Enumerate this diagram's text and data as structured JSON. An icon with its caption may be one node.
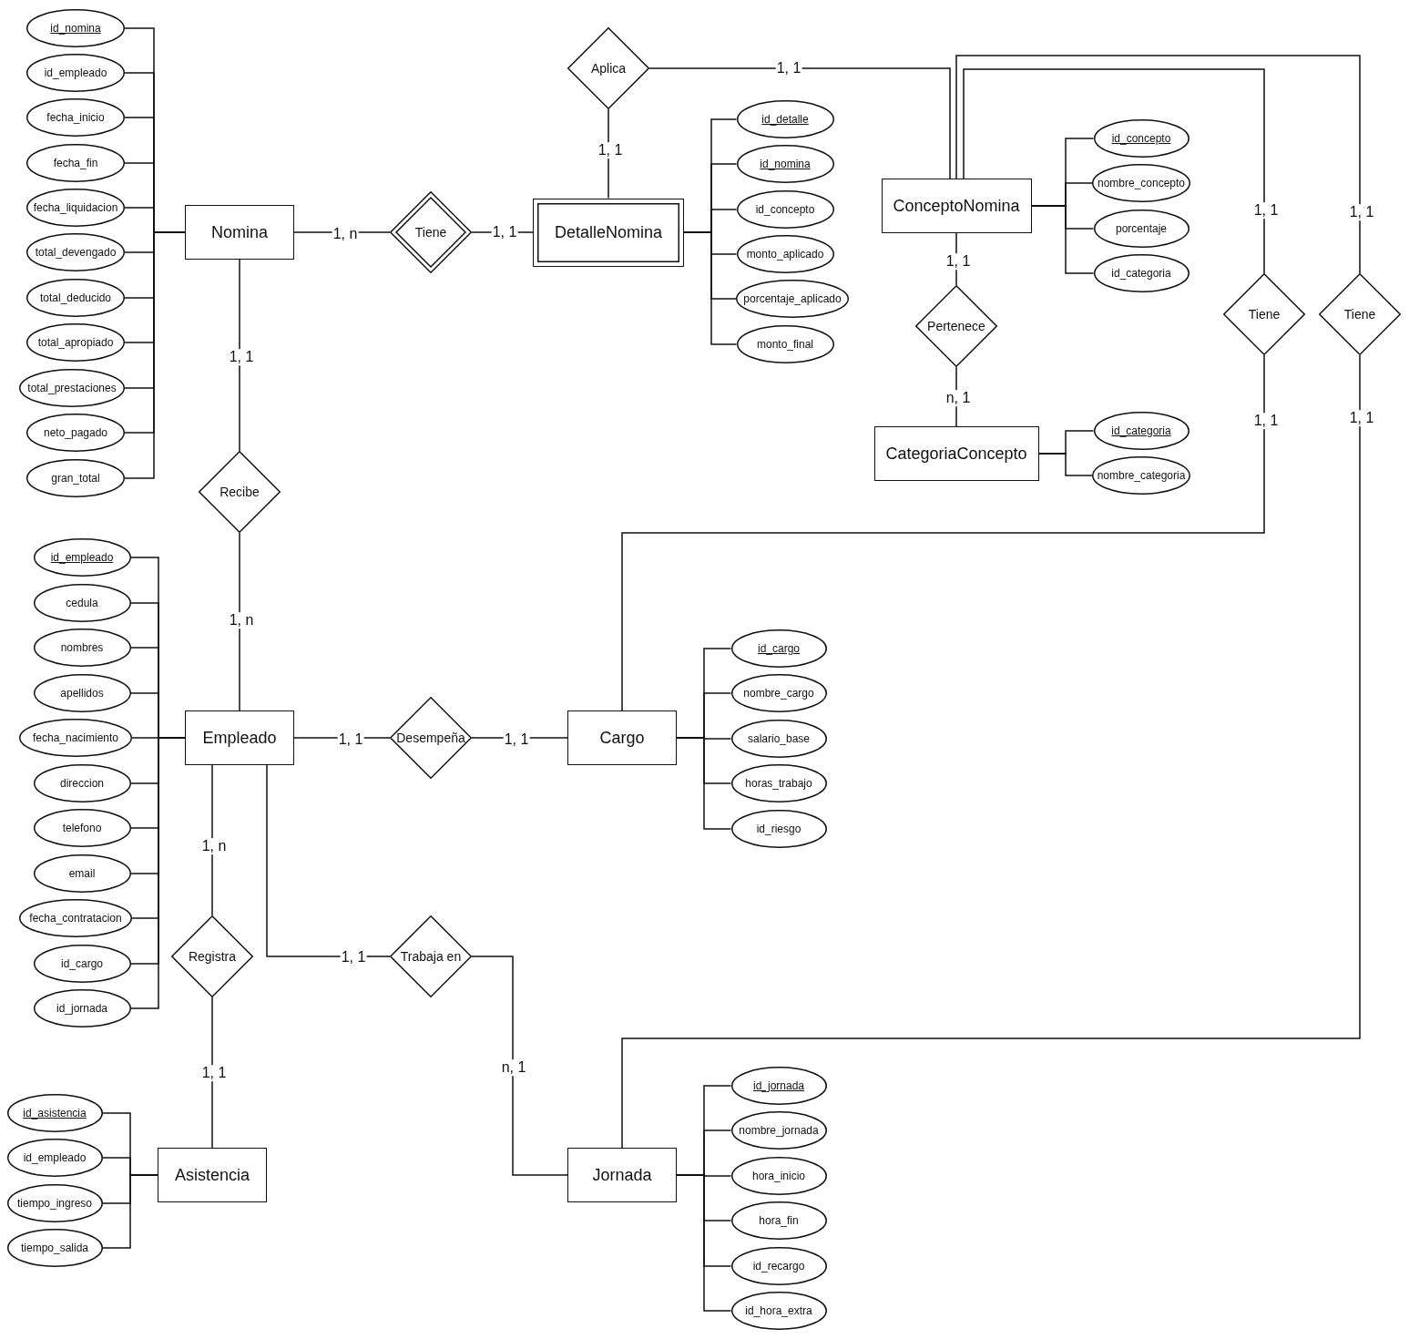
{
  "diagram": {
    "nodes": [
      {
        "text": [
          "Nomina"
        ]
      },
      {
        "text": [
          "Tiene"
        ]
      },
      {
        "text": [
          "DetalleNomina"
        ]
      },
      {
        "text": [
          "Aplica"
        ]
      },
      {
        "text": [
          "ConceptoNomina"
        ]
      },
      {
        "text": [
          "Pertenece"
        ]
      },
      {
        "text": [
          "CategoriaConcepto"
        ]
      },
      {
        "text": [
          "Tiene"
        ]
      },
      {
        "text": [
          "Tiene"
        ]
      },
      {
        "text": [
          "Recibe"
        ]
      },
      {
        "text": [
          "Empleado"
        ]
      },
      {
        "text": [
          "Desempeña"
        ]
      },
      {
        "text": [
          "Cargo"
        ]
      },
      {
        "text": [
          "Registra"
        ]
      },
      {
        "text": [
          "Trabaja en"
        ]
      },
      {
        "text": [
          "Asistencia"
        ]
      },
      {
        "text": [
          "Jornada"
        ]
      },
      {
        "text": [
          "id_nomina"
        ]
      },
      {
        "text": [
          "id_empleado"
        ]
      },
      {
        "text": [
          "fecha_inicio"
        ]
      },
      {
        "text": [
          "fecha_fin"
        ]
      },
      {
        "text": [
          "fecha_liquidacion"
        ]
      },
      {
        "text": [
          "total_devengado"
        ]
      },
      {
        "text": [
          "total_deducido"
        ]
      },
      {
        "text": [
          "total_apropiado"
        ]
      },
      {
        "text": [
          "total_prestaciones"
        ]
      },
      {
        "text": [
          "neto_pagado"
        ]
      },
      {
        "text": [
          "gran_total"
        ]
      },
      {
        "text": [
          "id_detalle"
        ]
      },
      {
        "text": [
          "id_nomina"
        ]
      },
      {
        "text": [
          "id_concepto"
        ]
      },
      {
        "text": [
          "monto_aplicado"
        ]
      },
      {
        "text": [
          "porcentaje_aplicado"
        ]
      },
      {
        "text": [
          "monto_final"
        ]
      },
      {
        "text": [
          "id_concepto"
        ]
      },
      {
        "text": [
          "nombre_concepto"
        ]
      },
      {
        "text": [
          "porcentaje"
        ]
      },
      {
        "text": [
          "id_categoria"
        ]
      },
      {
        "text": [
          "id_categoria"
        ]
      },
      {
        "text": [
          "nombre_categoria"
        ]
      },
      {
        "text": [
          "id_empleado"
        ]
      },
      {
        "text": [
          "cedula"
        ]
      },
      {
        "text": [
          "nombres"
        ]
      },
      {
        "text": [
          "apellidos"
        ]
      },
      {
        "text": [
          "fecha_nacimiento"
        ]
      },
      {
        "text": [
          "direccion"
        ]
      },
      {
        "text": [
          "telefono"
        ]
      },
      {
        "text": [
          "email"
        ]
      },
      {
        "text": [
          "fecha_contratacion"
        ]
      },
      {
        "text": [
          "id_cargo"
        ]
      },
      {
        "text": [
          "id_jornada"
        ]
      },
      {
        "text": [
          "id_cargo"
        ]
      },
      {
        "text": [
          "nombre_cargo"
        ]
      },
      {
        "text": [
          "salario_base"
        ]
      },
      {
        "text": [
          "horas_trabajo"
        ]
      },
      {
        "text": [
          "id_riesgo"
        ]
      },
      {
        "text": [
          "id_asistencia"
        ]
      },
      {
        "text": [
          "id_empleado"
        ]
      },
      {
        "text": [
          "tiempo_ingreso"
        ]
      },
      {
        "text": [
          "tiempo_salida"
        ]
      },
      {
        "text": [
          "id_jornada"
        ]
      },
      {
        "text": [
          "nombre_jornada"
        ]
      },
      {
        "text": [
          "hora_inicio"
        ]
      },
      {
        "text": [
          "hora_fin"
        ]
      },
      {
        "text": [
          "id_recargo"
        ]
      },
      {
        "text": [
          "id_hora_extra"
        ]
      }
    ],
    "edges": [
      {
        "from": 0,
        "to": 1,
        "arrow": "none",
        "label": "1, n"
      },
      {
        "from": 1,
        "to": 2,
        "arrow": "none",
        "label": "1, 1"
      },
      {
        "from": 2,
        "to": 3,
        "arrow": "none",
        "label": "1, 1"
      },
      {
        "from": 3,
        "to": 4,
        "arrow": "none",
        "label": "1, 1"
      },
      {
        "from": 4,
        "to": 5,
        "arrow": "none",
        "label": "1, 1"
      },
      {
        "from": 5,
        "to": 6,
        "arrow": "none",
        "label": "n, 1"
      },
      {
        "from": 4,
        "to": 7,
        "arrow": "none",
        "label": "1, 1"
      },
      {
        "from": 7,
        "to": 12,
        "arrow": "none",
        "label": "1, 1"
      },
      {
        "from": 4,
        "to": 8,
        "arrow": "none",
        "label": "1, 1"
      },
      {
        "from": 8,
        "to": 16,
        "arrow": "none",
        "label": "1, 1"
      },
      {
        "from": 0,
        "to": 9,
        "arrow": "none",
        "label": "1, 1"
      },
      {
        "from": 9,
        "to": 10,
        "arrow": "none",
        "label": "1, n"
      },
      {
        "from": 10,
        "to": 11,
        "arrow": "none",
        "label": "1, 1"
      },
      {
        "from": 11,
        "to": 12,
        "arrow": "none",
        "label": "1, 1"
      },
      {
        "from": 10,
        "to": 13,
        "arrow": "none",
        "label": "1, n"
      },
      {
        "from": 13,
        "to": 15,
        "arrow": "none",
        "label": "1, 1"
      },
      {
        "from": 10,
        "to": 14,
        "arrow": "none",
        "label": "1, 1"
      },
      {
        "from": 14,
        "to": 16,
        "arrow": "none",
        "label": "n, 1"
      },
      {
        "from": 0,
        "to": 17,
        "arrow": "none"
      },
      {
        "from": 0,
        "to": 18,
        "arrow": "none"
      },
      {
        "from": 0,
        "to": 19,
        "arrow": "none"
      },
      {
        "from": 0,
        "to": 20,
        "arrow": "none"
      },
      {
        "from": 0,
        "to": 21,
        "arrow": "none"
      },
      {
        "from": 0,
        "to": 22,
        "arrow": "none"
      },
      {
        "from": 0,
        "to": 23,
        "arrow": "none"
      },
      {
        "from": 0,
        "to": 24,
        "arrow": "none"
      },
      {
        "from": 0,
        "to": 25,
        "arrow": "none"
      },
      {
        "from": 0,
        "to": 26,
        "arrow": "none"
      },
      {
        "from": 0,
        "to": 27,
        "arrow": "none"
      },
      {
        "from": 2,
        "to": 28,
        "arrow": "none"
      },
      {
        "from": 2,
        "to": 29,
        "arrow": "none"
      },
      {
        "from": 2,
        "to": 30,
        "arrow": "none"
      },
      {
        "from": 2,
        "to": 31,
        "arrow": "none"
      },
      {
        "from": 2,
        "to": 32,
        "arrow": "none"
      },
      {
        "from": 2,
        "to": 33,
        "arrow": "none"
      },
      {
        "from": 4,
        "to": 34,
        "arrow": "none"
      },
      {
        "from": 4,
        "to": 35,
        "arrow": "none"
      },
      {
        "from": 4,
        "to": 36,
        "arrow": "none"
      },
      {
        "from": 4,
        "to": 37,
        "arrow": "none"
      },
      {
        "from": 6,
        "to": 38,
        "arrow": "none"
      },
      {
        "from": 6,
        "to": 39,
        "arrow": "none"
      },
      {
        "from": 10,
        "to": 40,
        "arrow": "none"
      },
      {
        "from": 10,
        "to": 41,
        "arrow": "none"
      },
      {
        "from": 10,
        "to": 42,
        "arrow": "none"
      },
      {
        "from": 10,
        "to": 43,
        "arrow": "none"
      },
      {
        "from": 10,
        "to": 44,
        "arrow": "none"
      },
      {
        "from": 10,
        "to": 45,
        "arrow": "none"
      },
      {
        "from": 10,
        "to": 46,
        "arrow": "none"
      },
      {
        "from": 10,
        "to": 47,
        "arrow": "none"
      },
      {
        "from": 10,
        "to": 48,
        "arrow": "none"
      },
      {
        "from": 10,
        "to": 49,
        "arrow": "none"
      },
      {
        "from": 10,
        "to": 50,
        "arrow": "none"
      },
      {
        "from": 12,
        "to": 51,
        "arrow": "none"
      },
      {
        "from": 12,
        "to": 52,
        "arrow": "none"
      },
      {
        "from": 12,
        "to": 53,
        "arrow": "none"
      },
      {
        "from": 12,
        "to": 54,
        "arrow": "none"
      },
      {
        "from": 12,
        "to": 55,
        "arrow": "none"
      },
      {
        "from": 15,
        "to": 56,
        "arrow": "none"
      },
      {
        "from": 15,
        "to": 57,
        "arrow": "none"
      },
      {
        "from": 15,
        "to": 58,
        "arrow": "none"
      },
      {
        "from": 15,
        "to": 59,
        "arrow": "none"
      },
      {
        "from": 16,
        "to": 60,
        "arrow": "none"
      },
      {
        "from": 16,
        "to": 61,
        "arrow": "none"
      },
      {
        "from": 16,
        "to": 62,
        "arrow": "none"
      },
      {
        "from": 16,
        "to": 63,
        "arrow": "none"
      },
      {
        "from": 16,
        "to": 64,
        "arrow": "none"
      },
      {
        "from": 16,
        "to": 65,
        "arrow": "none"
      }
    ]
  }
}
